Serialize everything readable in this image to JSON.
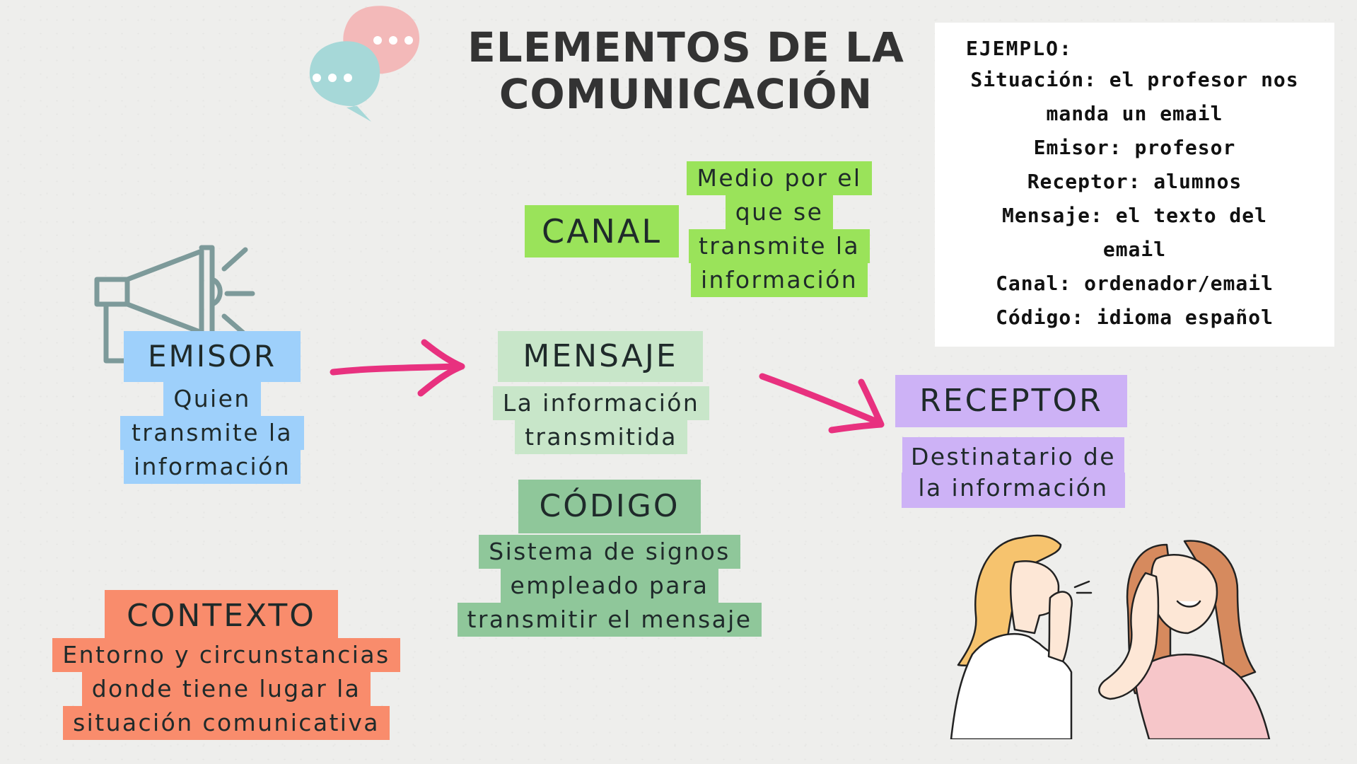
{
  "title": {
    "line1": "ELEMENTOS DE LA",
    "line2": "COMUNICACIÓN"
  },
  "example": {
    "heading": "EJEMPLO:",
    "lines": [
      "Situación: el profesor nos",
      "manda un email",
      "Emisor: profesor",
      "Receptor: alumnos",
      "Mensaje: el texto del",
      "email",
      "Canal: ordenador/email",
      "Código: idioma español"
    ]
  },
  "emisor": {
    "title": "EMISOR",
    "desc": [
      "Quien",
      "transmite la",
      "información"
    ]
  },
  "canal": {
    "title": "CANAL",
    "desc": [
      "Medio por el",
      "que se",
      "transmite la",
      "información"
    ]
  },
  "mensaje": {
    "title": "MENSAJE",
    "desc": [
      "La información",
      "transmitida"
    ]
  },
  "codigo": {
    "title": "CÓDIGO",
    "desc": [
      "Sistema de signos",
      "empleado para",
      "transmitir el mensaje"
    ]
  },
  "receptor": {
    "title": "RECEPTOR",
    "desc": [
      "Destinatario de",
      "la información"
    ]
  },
  "contexto": {
    "title": "CONTEXTO",
    "desc": [
      "Entorno y circunstancias",
      "donde tiene lugar la",
      "situación comunicativa"
    ]
  },
  "colors": {
    "emisor": "#9ed0fb",
    "canal": "#9ae35a",
    "mensaje": "#c8e6c9",
    "codigo": "#8fc79a",
    "receptor": "#cdb2f6",
    "contexto": "#f98c6c",
    "arrow": "#e8317f",
    "bubble_pink": "#f3b9b9",
    "bubble_teal": "#a6d8d8"
  },
  "icons": [
    "speech-bubbles-icon",
    "megaphone-icon",
    "arrow-icon",
    "whispering-people-illustration"
  ]
}
